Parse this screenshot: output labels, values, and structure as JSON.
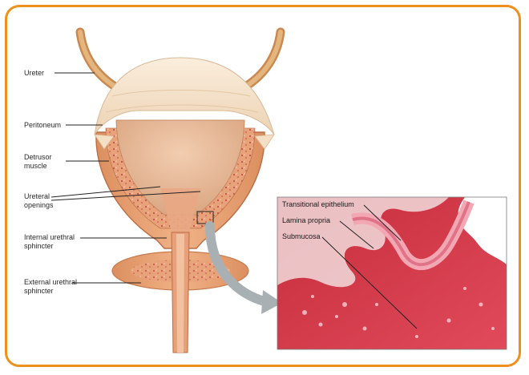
{
  "colors": {
    "frame_border": "#f0901c",
    "bladder_muscle": "#e9a87a",
    "bladder_lumen": "#e8b998",
    "peritoneum": "#f6e3cc",
    "tissue_red": "#cf2f3f",
    "arrow_gray": "#a9b0b3"
  },
  "labels": {
    "ureter": "Ureter",
    "peritoneum": "Peritoneum",
    "detrusor": "Detrusor\nmuscle",
    "ureteral_openings": "Ureteral\nopenings",
    "internal_sphincter": "Internal urethral\nsphincter",
    "external_sphincter": "External urethral\nsphincter"
  },
  "micrograph_labels": {
    "transitional_epithelium": "Transitional epithelium",
    "lamina_propria": "Lamina propria",
    "submucosa": "Submucosa"
  }
}
